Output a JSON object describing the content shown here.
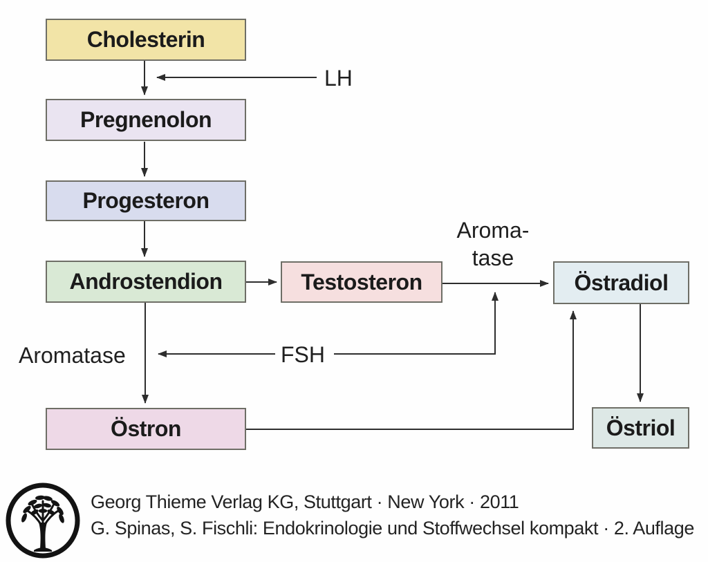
{
  "diagram": {
    "title_hint": "Steroidhormon-Syntheseweg",
    "nodes": {
      "cholesterin": {
        "label": "Cholesterin",
        "color": "#f2e4a7"
      },
      "pregnenolon": {
        "label": "Pregnenolon",
        "color": "#eae4f1"
      },
      "progesteron": {
        "label": "Progesteron",
        "color": "#d8dcee"
      },
      "androstendion": {
        "label": "Androstendion",
        "color": "#d9e9d5"
      },
      "testosteron": {
        "label": "Testosteron",
        "color": "#f6dfdf"
      },
      "oestradiol": {
        "label": "Östradiol",
        "color": "#e3edf1"
      },
      "oestron": {
        "label": "Östron",
        "color": "#eed9e7"
      },
      "oestriol": {
        "label": "Östriol",
        "color": "#dde8e6"
      }
    },
    "annotations": {
      "lh": "LH",
      "fsh": "FSH",
      "aromatase_side": "Aromatase",
      "aromatase_arrow": {
        "line1": "Aroma-",
        "line2": "tase"
      }
    },
    "arrow_color": "#2d2d2d"
  },
  "footer": {
    "logo_icon": "thieme-tree-logo",
    "line1": "Georg Thieme Verlag KG, Stuttgart · New York · 2011",
    "line2": "G. Spinas, S. Fischli: Endokrinologie und Stoffwechsel kompakt · 2. Auflage"
  }
}
